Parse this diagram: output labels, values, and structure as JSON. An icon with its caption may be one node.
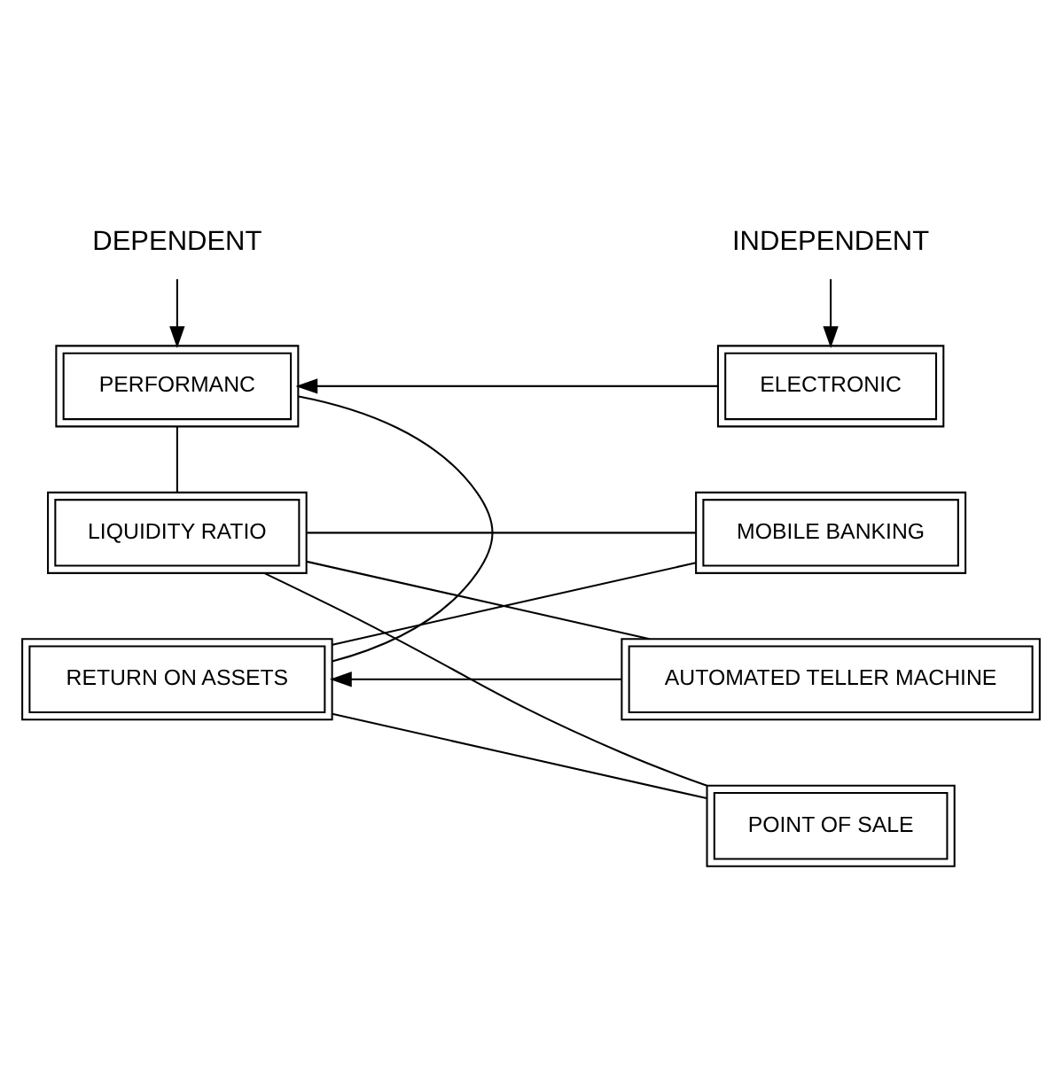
{
  "diagram": {
    "nodes": [
      {
        "text": [
          "DEPENDENT"
        ]
      },
      {
        "text": [
          "INDEPENDENT"
        ]
      },
      {
        "text": [
          "PERFORMANC"
        ]
      },
      {
        "text": [
          "ELECTRONIC"
        ]
      },
      {
        "text": [
          "RETURN ON ASSETS"
        ]
      },
      {
        "text": [
          "MOBILE BANKING"
        ]
      },
      {
        "text": [
          "AUTOMATED TELLER MACHINE"
        ]
      },
      {
        "text": [
          "LIQUIDITY RATIO"
        ]
      },
      {
        "text": [
          "POINT OF SALE"
        ]
      }
    ],
    "edges": [
      {
        "from": 0,
        "to": 2,
        "arrow": "to"
      },
      {
        "from": 1,
        "to": 3,
        "arrow": "to"
      },
      {
        "from": 3,
        "to": 2,
        "arrow": "to"
      },
      {
        "from": 2,
        "to": 4,
        "arrow": "none"
      },
      {
        "from": 2,
        "to": 7,
        "arrow": "none"
      },
      {
        "from": 5,
        "to": 4,
        "arrow": "none"
      },
      {
        "from": 5,
        "to": 7,
        "arrow": "none"
      },
      {
        "from": 6,
        "to": 4,
        "arrow": "to"
      },
      {
        "from": 6,
        "to": 7,
        "arrow": "none"
      },
      {
        "from": 8,
        "to": 4,
        "arrow": "none"
      },
      {
        "from": 8,
        "to": 7,
        "arrow": "none"
      }
    ]
  }
}
